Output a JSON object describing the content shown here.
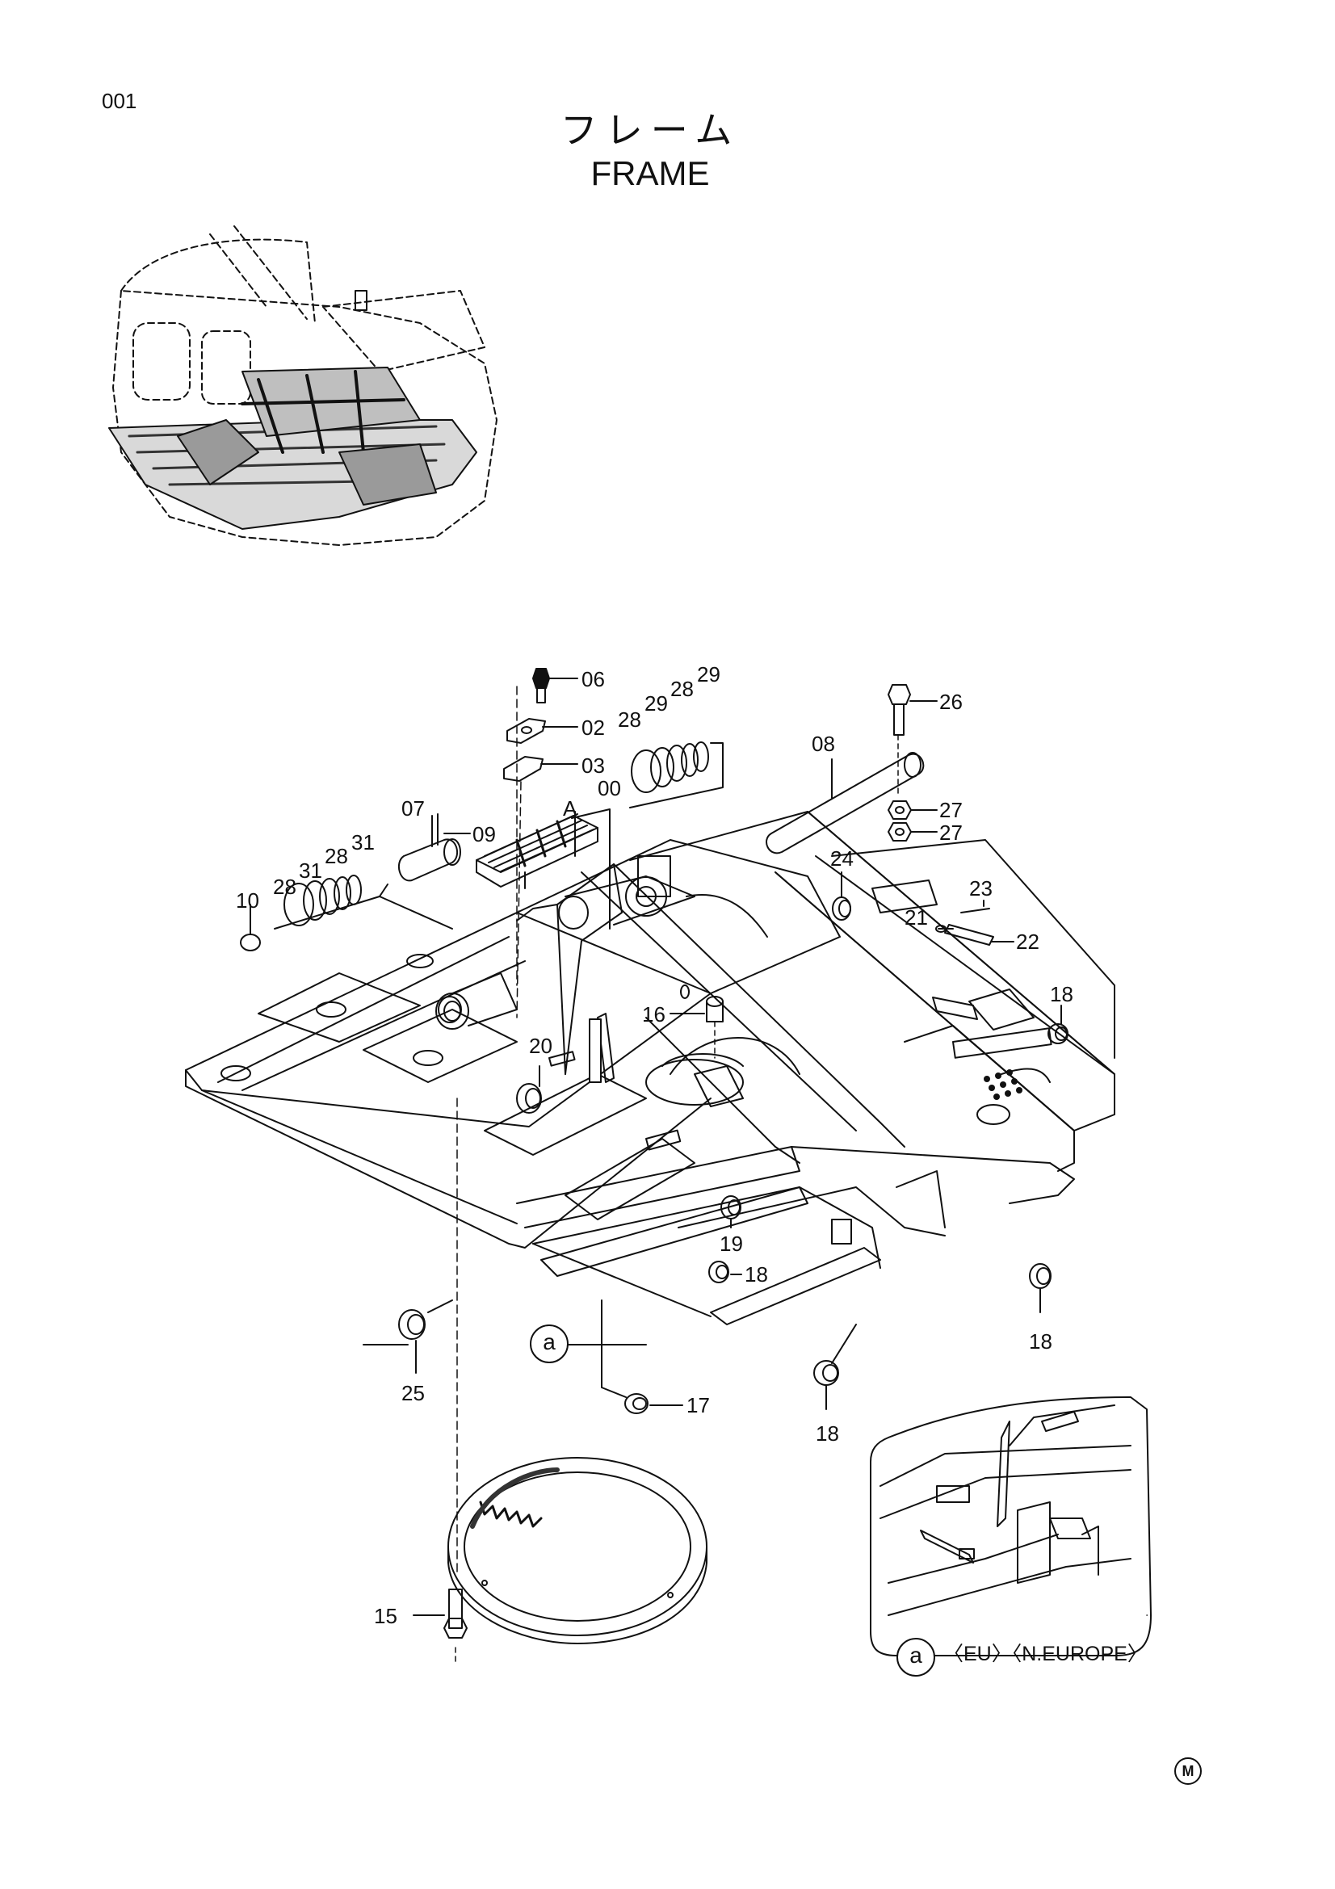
{
  "header": {
    "page_number": "001",
    "title_jp": "フレーム",
    "title_en": "FRAME"
  },
  "callouts": {
    "c00": "00",
    "c02": "02",
    "c03": "03",
    "c06": "06",
    "c07": "07",
    "c08": "08",
    "c09": "09",
    "c10": "10",
    "c15": "15",
    "c16": "16",
    "c17": "17",
    "c18a": "18",
    "c18b": "18",
    "c18c": "18",
    "c18d": "18",
    "c19": "19",
    "c20": "20",
    "c21": "21",
    "c22": "22",
    "c23": "23",
    "c24": "24",
    "c25": "25",
    "c26": "26",
    "c27a": "27",
    "c27b": "27",
    "c28a": "28",
    "c28b": "28",
    "c28c": "28",
    "c28d": "28",
    "c29a": "29",
    "c29b": "29",
    "c31a": "31",
    "c31b": "31",
    "cA": "A"
  },
  "detail": {
    "ref_main": "a",
    "ref_inset": "a",
    "note": "〈EU〉〈N.EUROPE〉"
  },
  "footer": {
    "mark": "M"
  }
}
